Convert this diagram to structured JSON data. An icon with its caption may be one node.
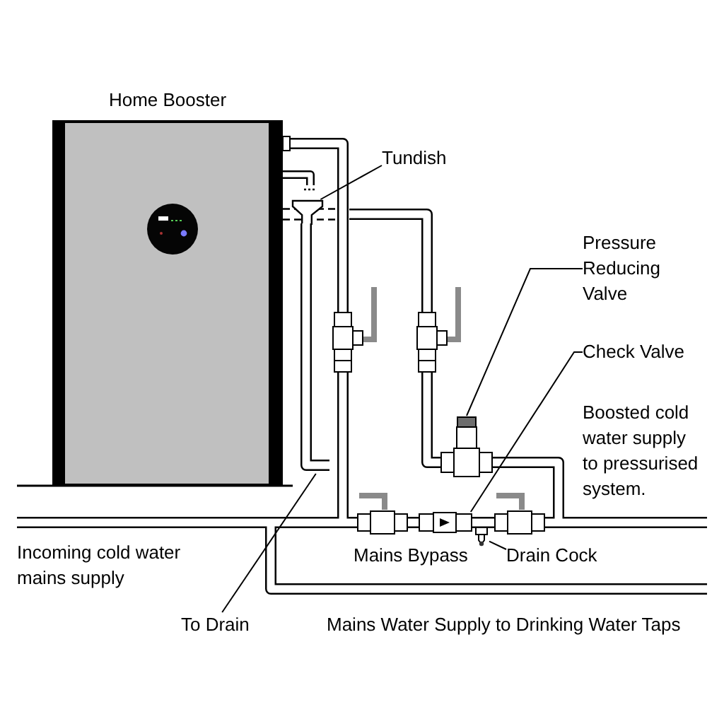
{
  "diagram": {
    "nodes": [
      {
        "text": [
          "Home Booster"
        ]
      },
      {
        "text": [
          "Tundish"
        ]
      },
      {
        "text": [],
        "shape": "picture"
      },
      {
        "text": [
          "Pressure Reducing Valve"
        ]
      },
      {
        "text": [],
        "shape": "picture"
      },
      {
        "text": [
          "Check Valve"
        ]
      },
      {
        "text": [],
        "shape": "picture"
      },
      {
        "text": [
          "Drain Cock"
        ]
      },
      {
        "text": [],
        "shape": "picture"
      },
      {
        "text": [
          "To Drain"
        ]
      },
      {
        "text": [],
        "shape": "picture"
      }
    ],
    "edges": [
      {
        "from": 1,
        "to": 2,
        "arrow": "none"
      },
      {
        "from": 3,
        "to": 4,
        "arrow": "none"
      },
      {
        "from": 5,
        "to": 6,
        "arrow": "none"
      },
      {
        "from": 7,
        "to": 8,
        "arrow": "none"
      },
      {
        "from": 9,
        "to": 10,
        "arrow": "none"
      }
    ],
    "labels": [
      "Boosted cold water supply to pressurised system.",
      "Incoming cold water mains supply",
      "Mains Bypass",
      "Mains Water Supply to Drinking Water Taps"
    ]
  }
}
